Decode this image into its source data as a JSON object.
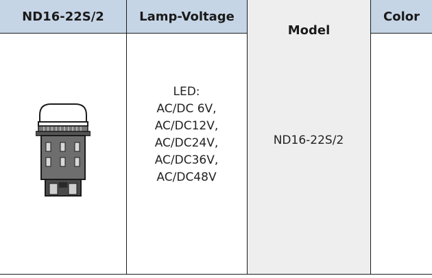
{
  "table": {
    "headers": {
      "product": "ND16-22S/2",
      "lamp_voltage": "Lamp-Voltage",
      "model": "Model",
      "color": "Color"
    },
    "row": {
      "lamp_voltage_lines": [
        "LED:",
        "AC/DC 6V,",
        "AC/DC12V,",
        "AC/DC24V,",
        "AC/DC36V,",
        "AC/DC48V"
      ],
      "model": "ND16-22S/2",
      "color": ""
    },
    "colors": {
      "header_bg": "#c6d5e6",
      "model_col_bg": "#eeeeee",
      "rule": "#1a1a1a"
    },
    "icons": {
      "product": "indicator-lamp-image"
    }
  }
}
